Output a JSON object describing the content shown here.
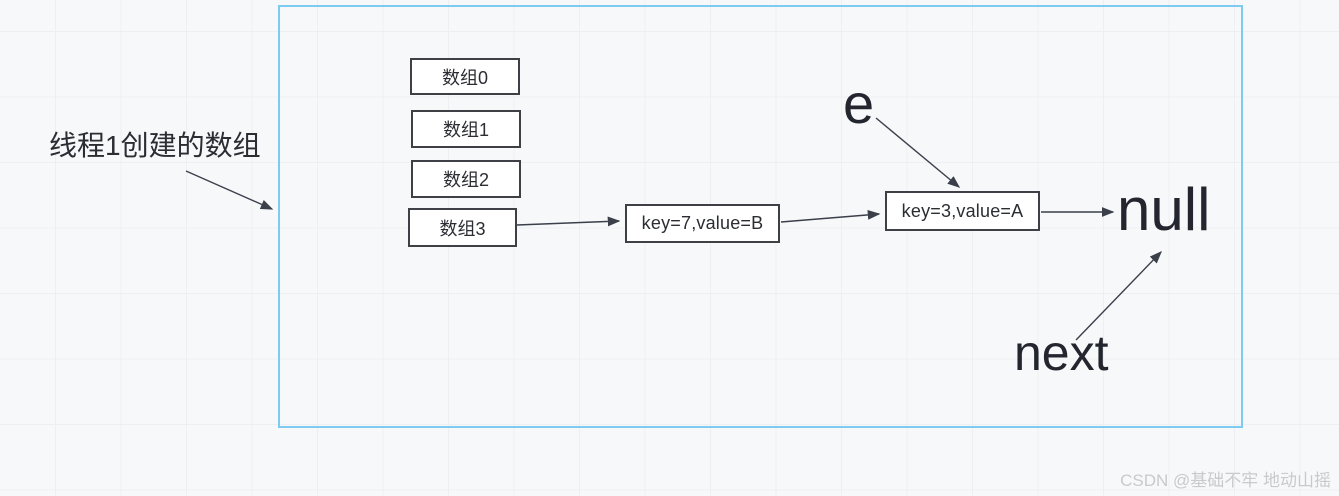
{
  "diagram": {
    "frame_label": "线程1创建的数组",
    "array_cells": [
      "数组0",
      "数组1",
      "数组2",
      "数组3"
    ],
    "node1_label": "key=7,value=B",
    "node2_label": "key=3,value=A",
    "e_label": "e",
    "next_label": "next",
    "null_label": "null"
  },
  "watermark": "CSDN @基础不牢 地动山摇",
  "colors": {
    "frame_border": "#7dcbf0",
    "box_border": "#3f4045",
    "box_fill": "#ffffff",
    "arrow": "#3a3f4a",
    "text": "#2b2d33",
    "watermark": "#c9cacc",
    "background": "#f7f8fa",
    "grid_line": "#edeff2"
  }
}
